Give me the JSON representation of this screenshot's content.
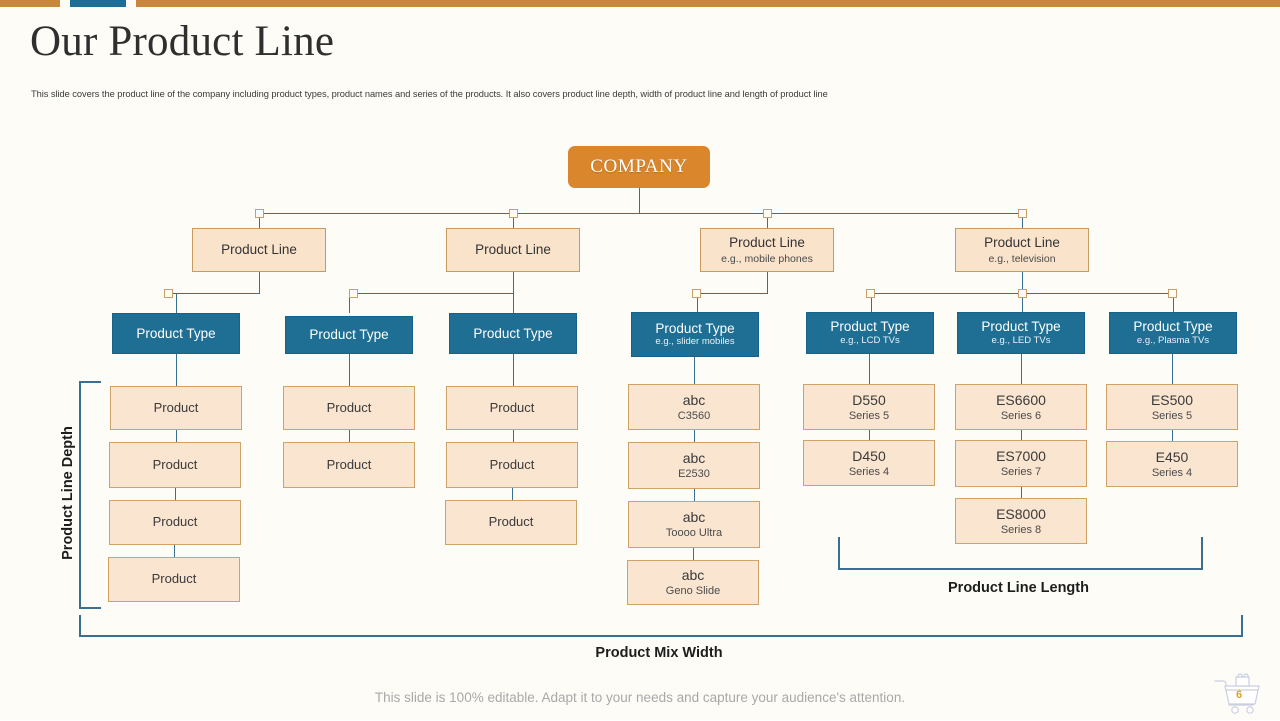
{
  "theme": {
    "accent_orange": "#c8873a",
    "accent_blue": "#1d6e96",
    "company_fill": "#d9862c",
    "productline_fill": "#fae3cb",
    "producttype_fill": "#1f6e94",
    "product_fill": "#fae5d1",
    "connector_line": "#3b6f92",
    "background": "#fdfcf7"
  },
  "header": {
    "title": "Our Product Line",
    "subtitle": "This slide covers the product line of the company including product types,  product names and series of the products. It also covers product line depth, width of product line and length of product line"
  },
  "chart_data": {
    "type": "diagram",
    "title": "Our Product Line",
    "root": {
      "label": "COMPANY"
    },
    "product_lines": [
      {
        "label": "Product Line",
        "sub": ""
      },
      {
        "label": "Product Line",
        "sub": ""
      },
      {
        "label": "Product Line",
        "sub": "e.g., mobile phones"
      },
      {
        "label": "Product Line",
        "sub": "e.g., television"
      }
    ],
    "product_types": [
      {
        "label": "Product Type",
        "sub": ""
      },
      {
        "label": "Product Type",
        "sub": ""
      },
      {
        "label": "Product Type",
        "sub": ""
      },
      {
        "label": "Product Type",
        "sub": "e.g., slider mobiles"
      },
      {
        "label": "Product Type",
        "sub": "e.g., LCD TVs"
      },
      {
        "label": "Product Type",
        "sub": "e.g., LED TVs"
      },
      {
        "label": "Product Type",
        "sub": "e.g., Plasma TVs"
      }
    ],
    "columns": [
      {
        "parent_type_index": 0,
        "products": [
          {
            "main": "Product",
            "sub": ""
          },
          {
            "main": "Product",
            "sub": ""
          },
          {
            "main": "Product",
            "sub": ""
          },
          {
            "main": "Product",
            "sub": ""
          }
        ]
      },
      {
        "parent_type_index": 1,
        "products": [
          {
            "main": "Product",
            "sub": ""
          },
          {
            "main": "Product",
            "sub": ""
          }
        ]
      },
      {
        "parent_type_index": 2,
        "products": [
          {
            "main": "Product",
            "sub": ""
          },
          {
            "main": "Product",
            "sub": ""
          },
          {
            "main": "Product",
            "sub": ""
          }
        ]
      },
      {
        "parent_type_index": 3,
        "products": [
          {
            "main": "abc",
            "sub": "C3560"
          },
          {
            "main": "abc",
            "sub": "E2530"
          },
          {
            "main": "abc",
            "sub": "Toooo Ultra"
          },
          {
            "main": "abc",
            "sub": "Geno Slide"
          }
        ]
      },
      {
        "parent_type_index": 4,
        "products": [
          {
            "main": "D550",
            "sub": "Series 5"
          },
          {
            "main": "D450",
            "sub": "Series 4"
          }
        ]
      },
      {
        "parent_type_index": 5,
        "products": [
          {
            "main": "ES6600",
            "sub": "Series 6"
          },
          {
            "main": "ES7000",
            "sub": "Series 7"
          },
          {
            "main": "ES8000",
            "sub": "Series 8"
          }
        ]
      },
      {
        "parent_type_index": 6,
        "products": [
          {
            "main": "ES500",
            "sub": "Series 5"
          },
          {
            "main": "E450",
            "sub": "Series 4"
          }
        ]
      }
    ],
    "annotations": [
      {
        "id": "depth",
        "label": "Product Line Depth",
        "orientation": "vertical"
      },
      {
        "id": "length",
        "label": "Product Line Length",
        "orientation": "horizontal"
      },
      {
        "id": "width",
        "label": "Product Mix Width",
        "orientation": "horizontal"
      }
    ]
  },
  "footer": {
    "note": "This slide is 100% editable. Adapt it to your needs and capture your audience's attention.",
    "page_number": "6",
    "cart_icon": "shopping-cart-icon"
  }
}
